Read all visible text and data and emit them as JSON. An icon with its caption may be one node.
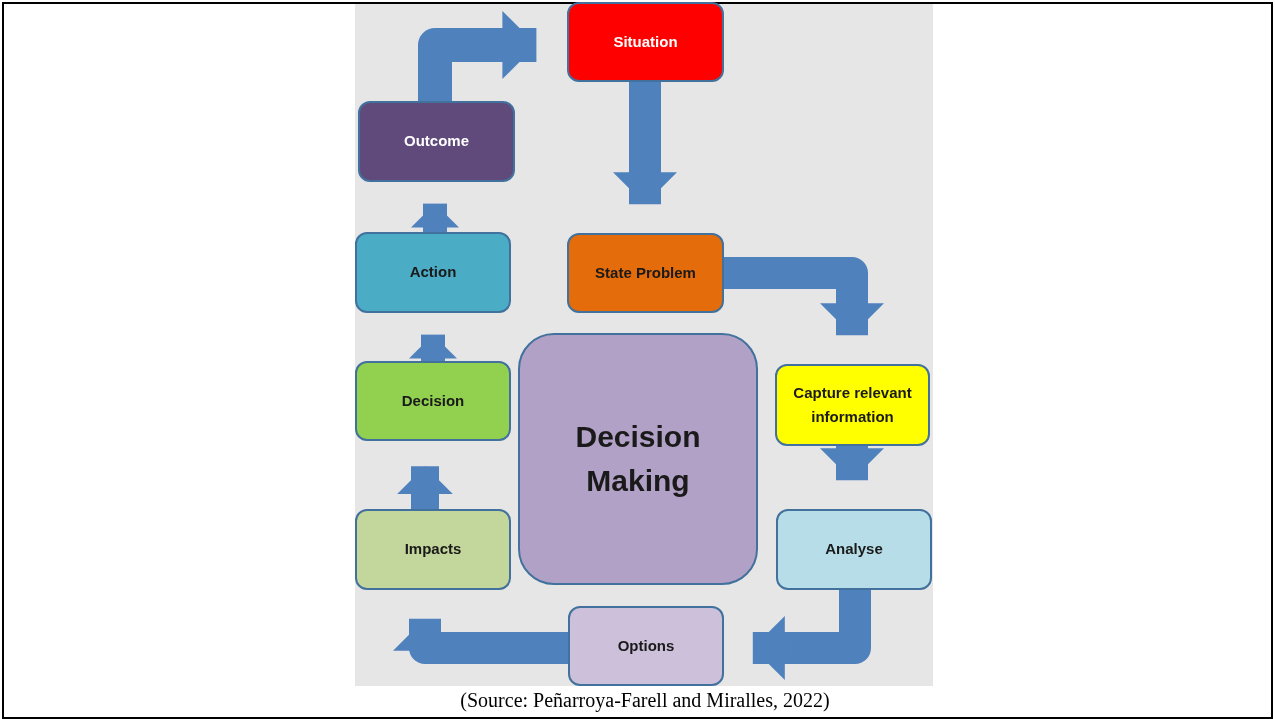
{
  "diagram": {
    "caption": "(Source: Peñarroya-Farell and Miralles, 2022)",
    "nodes": [
      {
        "text": [
          "Situation"
        ]
      },
      {
        "text": [
          "State Problem"
        ]
      },
      {
        "text": [
          "Capture relevant information"
        ]
      },
      {
        "text": [
          "Analyse"
        ]
      },
      {
        "text": [
          "Options"
        ]
      },
      {
        "text": [
          "Impacts"
        ]
      },
      {
        "text": [
          "Decision"
        ]
      },
      {
        "text": [
          "Action"
        ]
      },
      {
        "text": [
          "Outcome"
        ]
      },
      {
        "text": [
          "Decision Making"
        ]
      }
    ],
    "edges": [
      {
        "from": 0,
        "to": 1,
        "arrow": "to"
      },
      {
        "from": 1,
        "to": 2,
        "arrow": "to"
      },
      {
        "from": 2,
        "to": 3,
        "arrow": "to"
      },
      {
        "from": 3,
        "to": 4,
        "arrow": "to"
      },
      {
        "from": 4,
        "to": 5,
        "arrow": "to"
      },
      {
        "from": 5,
        "to": 6,
        "arrow": "to"
      },
      {
        "from": 6,
        "to": 7,
        "arrow": "to"
      },
      {
        "from": 7,
        "to": 8,
        "arrow": "to"
      },
      {
        "from": 8,
        "to": 0,
        "arrow": "to"
      }
    ]
  }
}
